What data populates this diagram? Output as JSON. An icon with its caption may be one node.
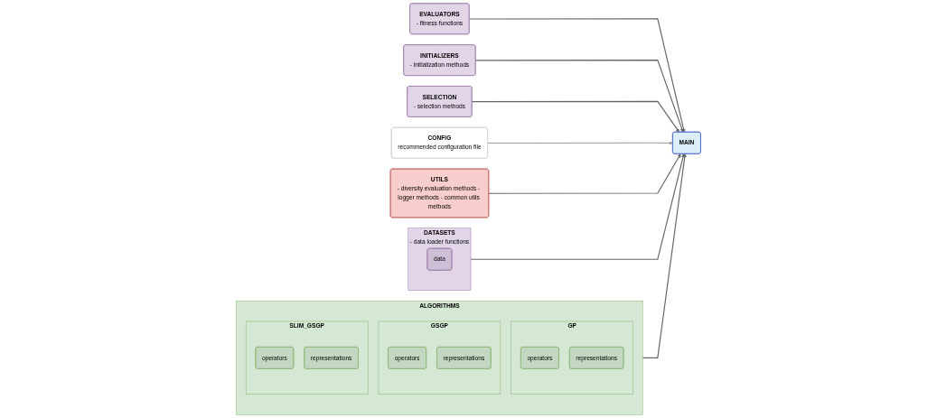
{
  "diagram": {
    "nodes": [
      {
        "text": [
          "DATASETS",
          "- data loader functions"
        ]
      },
      {
        "text": [
          "data"
        ],
        "in": 0
      },
      {
        "text": [
          "EVALUATORS",
          "- fitness functions"
        ]
      },
      {
        "text": [
          "INITIALIZERS",
          "- initialization methods"
        ]
      },
      {
        "text": [
          "SELECTION",
          "- selection methods"
        ]
      },
      {
        "text": [
          "CONFIG",
          "recommended configuration file"
        ]
      },
      {
        "text": [
          "MAIN"
        ]
      },
      {
        "text": [
          "UTILS",
          "- diversity evaluation methods - logger methods - common utils methods"
        ]
      },
      {
        "text": [
          "ALGORITHMS"
        ]
      },
      {
        "text": [
          "GP"
        ],
        "in": 8
      },
      {
        "text": [
          "operators"
        ],
        "in": 9
      },
      {
        "text": [
          "representations"
        ],
        "in": 9
      },
      {
        "text": [
          "GSGP"
        ],
        "in": 8
      },
      {
        "text": [
          "operators"
        ],
        "in": 12
      },
      {
        "text": [
          "representations"
        ],
        "in": 12
      },
      {
        "text": [
          "SLIM_GSGP"
        ],
        "in": 8
      },
      {
        "text": [
          "operators"
        ],
        "in": 15
      },
      {
        "text": [
          "representations"
        ],
        "in": 15
      }
    ],
    "edges": [
      {
        "from": 0,
        "to": 6,
        "arrow": "to"
      },
      {
        "from": 2,
        "to": 6,
        "arrow": "to"
      },
      {
        "from": 3,
        "to": 6,
        "arrow": "to"
      },
      {
        "from": 4,
        "to": 6,
        "arrow": "to"
      },
      {
        "from": 5,
        "to": 6,
        "arrow": "to",
        "color": "#999999"
      },
      {
        "from": 7,
        "to": 6,
        "arrow": "to"
      },
      {
        "from": 8,
        "to": 6,
        "arrow": "to"
      }
    ]
  }
}
